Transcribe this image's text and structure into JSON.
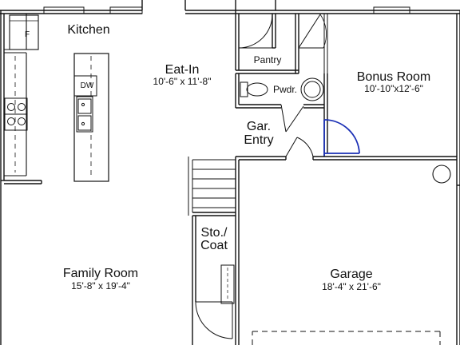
{
  "rooms": {
    "kitchen": {
      "name": "Kitchen"
    },
    "eat_in": {
      "name": "Eat-In",
      "dims": "10'-6\" x 11'-8\""
    },
    "pantry": {
      "name": "Pantry"
    },
    "powder": {
      "name": "Pwdr."
    },
    "bonus_room": {
      "name": "Bonus Room",
      "dims": "10'-10\"x12'-6\""
    },
    "garage_entry": {
      "line1": "Gar.",
      "line2": "Entry"
    },
    "storage_coat": {
      "line1": "Sto./",
      "line2": "Coat"
    },
    "family_room": {
      "name": "Family Room",
      "dims": "15'-8\" x 19'-4\""
    },
    "garage": {
      "name": "Garage",
      "dims": "18'-4\" x 21'-6\""
    }
  },
  "fixtures": {
    "fridge": "F",
    "dishwasher": "DW"
  },
  "colors": {
    "wall": "#111111",
    "accent_door": "#1a2fb5",
    "background": "#ffffff"
  }
}
